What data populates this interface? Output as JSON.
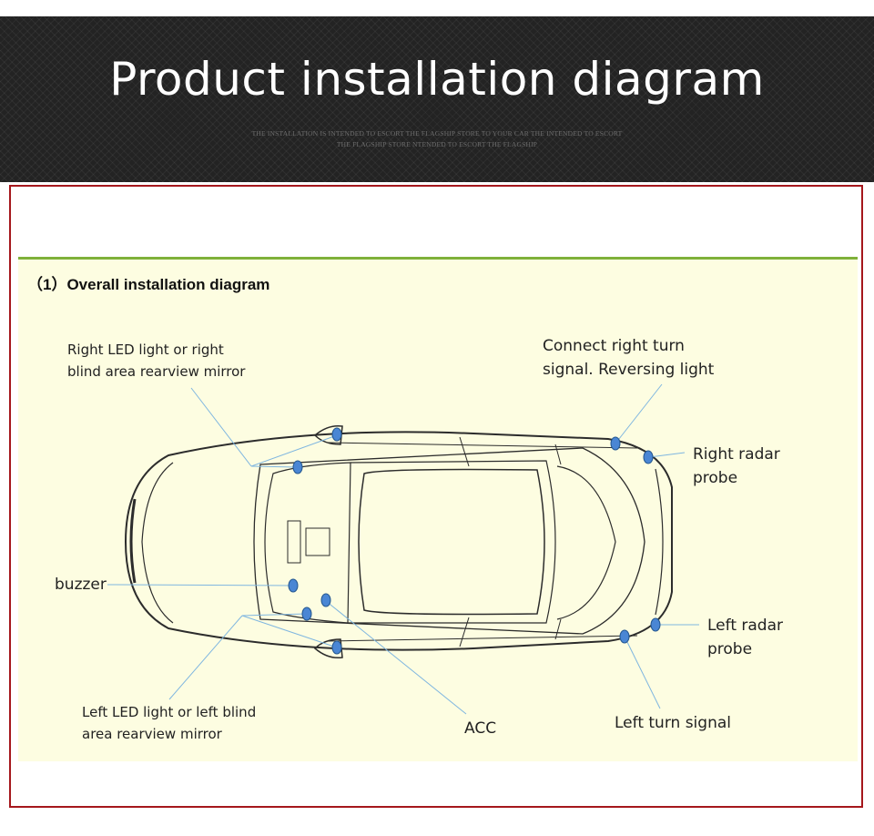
{
  "header": {
    "title": "Product installation diagram",
    "subtitle_line1": "THE INSTALLATION IS INTENDED TO ESCORT THE FLAGSHIP STORE TO YOUR CAR THE INTENDED TO ESCORT",
    "subtitle_line2": "THE FLAGSHIP STORE NTENDED TO ESCORT THE FLAGSHIP"
  },
  "section": {
    "title": "（1）Overall installation diagram"
  },
  "callouts": {
    "right_led_line1": "Right LED light or right",
    "right_led_line2": "blind area rearview mirror",
    "right_turn_line1": "Connect right turn",
    "right_turn_line2": "signal. Reversing light",
    "right_radar_line1": "Right radar",
    "right_radar_line2": "probe",
    "buzzer": "buzzer",
    "left_radar_line1": "Left radar",
    "left_radar_line2": "probe",
    "left_led_line1": "Left LED light or left blind",
    "left_led_line2": "area rearview mirror",
    "acc": "ACC",
    "left_turn": "Left turn signal"
  },
  "colors": {
    "header_bg": "#232323",
    "frame_border": "#a5171c",
    "panel_bg": "#fdfde1",
    "panel_top_rule": "#7fb13a",
    "marker_fill": "#4a86d4",
    "leader_line": "#7fb6e0"
  }
}
